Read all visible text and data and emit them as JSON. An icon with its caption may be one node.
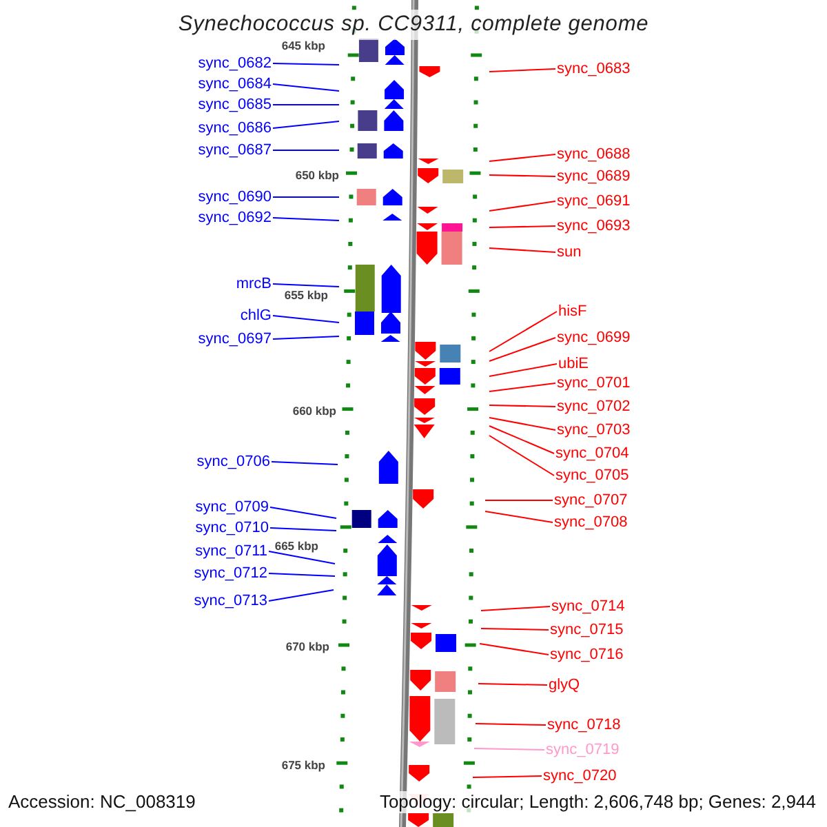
{
  "diagram": {
    "title": "Synechococcus sp. CC9311, complete genome",
    "nodes": [
      {
        "text": [
          "sync_0682"
        ]
      },
      {
        "text": [
          "sync_0684"
        ]
      },
      {
        "text": [
          "sync_0685"
        ]
      },
      {
        "text": [
          "sync_0686"
        ]
      },
      {
        "text": [
          "sync_0687"
        ]
      },
      {
        "text": [
          "sync_0690"
        ]
      },
      {
        "text": [
          "sync_0692"
        ]
      },
      {
        "text": [
          "mrcB"
        ]
      },
      {
        "text": [
          "chlG"
        ]
      },
      {
        "text": [
          "sync_0697"
        ]
      },
      {
        "text": [
          "sync_0706"
        ]
      },
      {
        "text": [
          "sync_0709"
        ]
      },
      {
        "text": [
          "sync_0710"
        ]
      },
      {
        "text": [
          "sync_0711"
        ]
      },
      {
        "text": [
          "sync_0712"
        ]
      },
      {
        "text": [
          "sync_0713"
        ]
      },
      {
        "text": [
          "sync_0683"
        ]
      },
      {
        "text": [
          "sync_0688"
        ]
      },
      {
        "text": [
          "sync_0689"
        ]
      },
      {
        "text": [
          "sync_0691"
        ]
      },
      {
        "text": [
          "sync_0693"
        ]
      },
      {
        "text": [
          "sun"
        ]
      },
      {
        "text": [
          "hisF"
        ]
      },
      {
        "text": [
          "sync_0699"
        ]
      },
      {
        "text": [
          "ubiE"
        ]
      },
      {
        "text": [
          "sync_0701"
        ]
      },
      {
        "text": [
          "sync_0702"
        ]
      },
      {
        "text": [
          "sync_0703"
        ]
      },
      {
        "text": [
          "sync_0704"
        ]
      },
      {
        "text": [
          "sync_0705"
        ]
      },
      {
        "text": [
          "sync_0707"
        ]
      },
      {
        "text": [
          "sync_0708"
        ]
      },
      {
        "text": [
          "sync_0714"
        ]
      },
      {
        "text": [
          "sync_0715"
        ]
      },
      {
        "text": [
          "sync_0716"
        ]
      },
      {
        "text": [
          "glyQ"
        ]
      },
      {
        "text": [
          "sync_0718"
        ]
      },
      {
        "text": [
          "sync_0719"
        ]
      },
      {
        "text": [
          "sync_0720"
        ]
      }
    ],
    "edges": [
      {
        "from": 0,
        "to": null,
        "arrow": "none",
        "color": "#0000ff"
      },
      {
        "from": 1,
        "to": null,
        "arrow": "none",
        "color": "#0000ff"
      },
      {
        "from": 2,
        "to": null,
        "arrow": "none",
        "color": "#0000ff"
      },
      {
        "from": 3,
        "to": null,
        "arrow": "none",
        "color": "#0000ff"
      },
      {
        "from": 4,
        "to": null,
        "arrow": "none",
        "color": "#0000ff"
      },
      {
        "from": 5,
        "to": null,
        "arrow": "none",
        "color": "#0000ff"
      },
      {
        "from": 6,
        "to": null,
        "arrow": "none",
        "color": "#0000ff"
      },
      {
        "from": 7,
        "to": null,
        "arrow": "none",
        "color": "#0000ff"
      },
      {
        "from": 8,
        "to": null,
        "arrow": "none",
        "color": "#0000ff"
      },
      {
        "from": 9,
        "to": null,
        "arrow": "none",
        "color": "#0000ff"
      },
      {
        "from": 10,
        "to": null,
        "arrow": "none",
        "color": "#0000ff"
      },
      {
        "from": 11,
        "to": null,
        "arrow": "none",
        "color": "#0000ff"
      },
      {
        "from": 12,
        "to": null,
        "arrow": "none",
        "color": "#0000ff"
      },
      {
        "from": 13,
        "to": null,
        "arrow": "none",
        "color": "#0000ff"
      },
      {
        "from": 14,
        "to": null,
        "arrow": "none",
        "color": "#0000ff"
      },
      {
        "from": 15,
        "to": null,
        "arrow": "none",
        "color": "#0000ff"
      },
      {
        "from": 16,
        "to": null,
        "arrow": "none"
      },
      {
        "from": 17,
        "to": null,
        "arrow": "none"
      },
      {
        "from": 18,
        "to": null,
        "arrow": "none"
      },
      {
        "from": 19,
        "to": null,
        "arrow": "none"
      },
      {
        "from": 20,
        "to": null,
        "arrow": "none"
      },
      {
        "from": 21,
        "to": null,
        "arrow": "none"
      },
      {
        "from": 22,
        "to": null,
        "arrow": "none"
      },
      {
        "from": 23,
        "to": null,
        "arrow": "none"
      },
      {
        "from": 24,
        "to": null,
        "arrow": "none"
      },
      {
        "from": 25,
        "to": null,
        "arrow": "none"
      },
      {
        "from": 26,
        "to": null,
        "arrow": "none"
      },
      {
        "from": 27,
        "to": null,
        "arrow": "none"
      },
      {
        "from": 28,
        "to": null,
        "arrow": "none"
      },
      {
        "from": 29,
        "to": null,
        "arrow": "none"
      },
      {
        "from": 30,
        "to": null,
        "arrow": "none"
      },
      {
        "from": 31,
        "to": null,
        "arrow": "none"
      },
      {
        "from": 32,
        "to": null,
        "arrow": "none"
      },
      {
        "from": 33,
        "to": null,
        "arrow": "none"
      },
      {
        "from": 34,
        "to": null,
        "arrow": "none"
      },
      {
        "from": 35,
        "to": null,
        "arrow": "none"
      },
      {
        "from": 36,
        "to": null,
        "arrow": "none"
      },
      {
        "from": 37,
        "to": null,
        "arrow": "none",
        "color": "#ff99cc"
      },
      {
        "from": 38,
        "to": null,
        "arrow": "none"
      }
    ],
    "labels": [
      "645 kbp",
      "650 kbp",
      "655 kbp",
      "660 kbp",
      "665 kbp",
      "670 kbp",
      "675 kbp",
      "Accession: NC_008319",
      "Topology: circular; Length: 2,606,748 bp; Genes: 2,944"
    ]
  }
}
